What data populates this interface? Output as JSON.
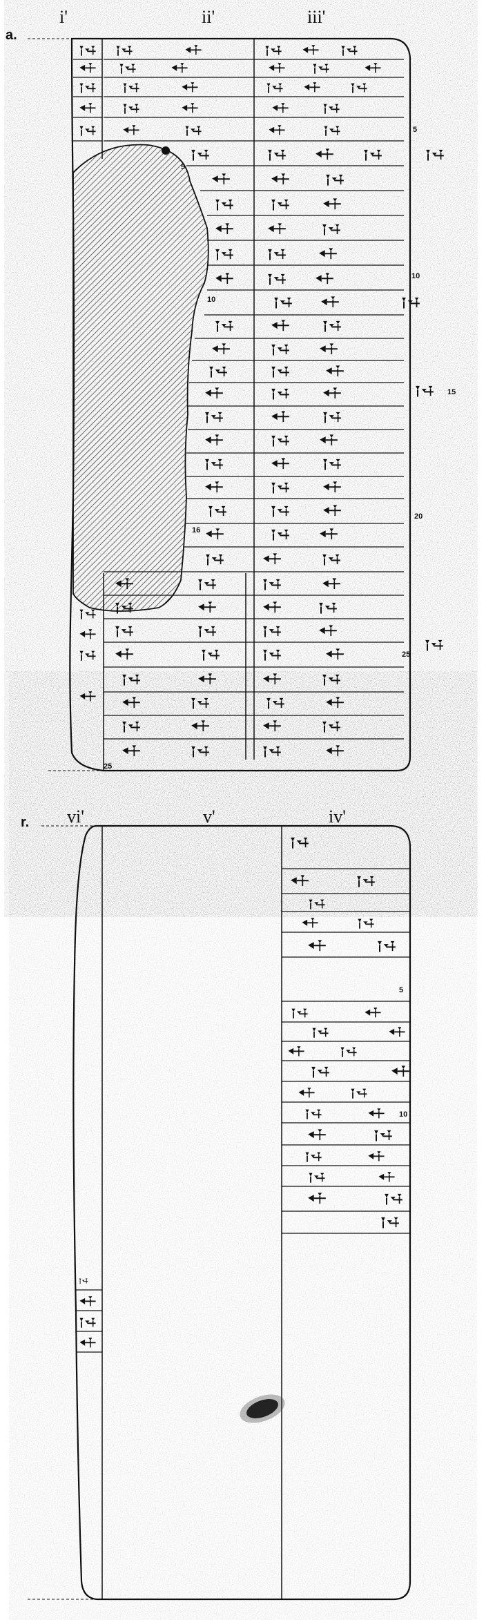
{
  "obverse": {
    "side_label": "a.",
    "columns": [
      "i'",
      "ii'",
      "iii'"
    ],
    "line_numbers": [
      "5",
      "10",
      "15",
      "20",
      "25",
      "5",
      "10",
      "16",
      "25"
    ]
  },
  "reverse": {
    "side_label": "r.",
    "columns": [
      "vi'",
      "v'",
      "iv'"
    ],
    "line_numbers": [
      "5",
      "10"
    ]
  },
  "colors": {
    "ink": "#111111",
    "stipple": "#555555",
    "hatch": "#333333"
  }
}
